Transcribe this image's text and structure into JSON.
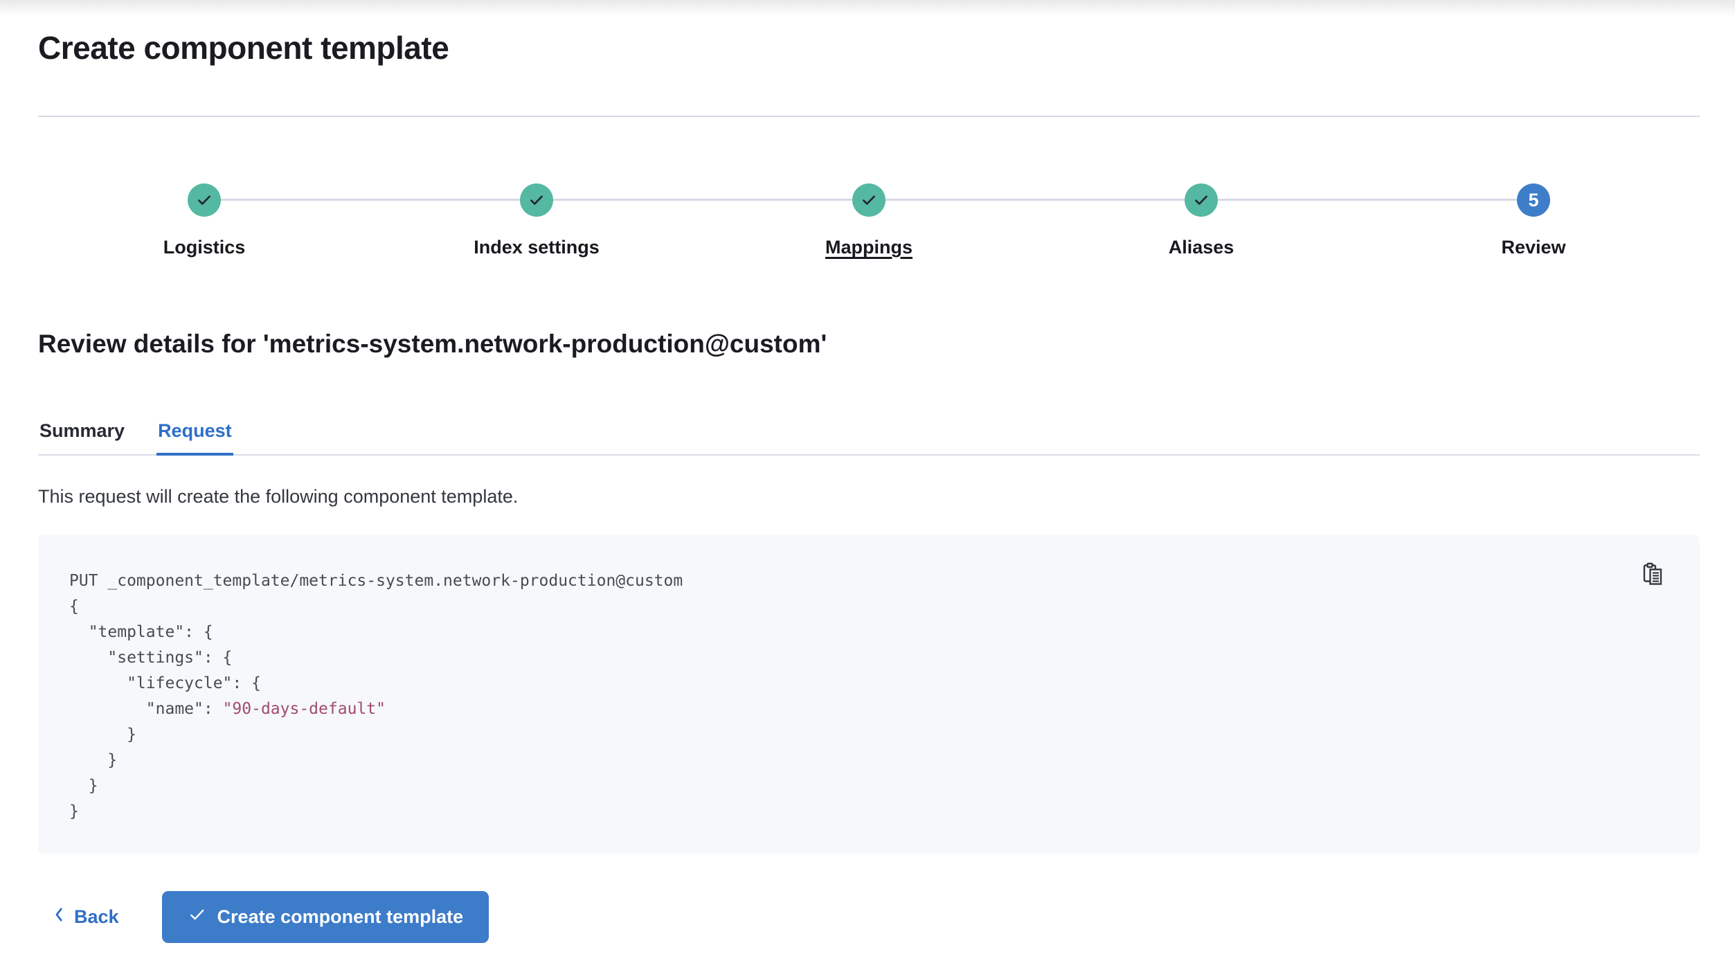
{
  "title": "Create component template",
  "stepper": {
    "steps": [
      {
        "label": "Logistics",
        "status": "complete"
      },
      {
        "label": "Index settings",
        "status": "complete"
      },
      {
        "label": "Mappings",
        "status": "complete"
      },
      {
        "label": "Aliases",
        "status": "complete"
      },
      {
        "label": "Review",
        "status": "current",
        "number": "5"
      }
    ]
  },
  "review": {
    "heading": "Review details for 'metrics-system.network-production@custom'",
    "tabs": [
      {
        "label": "Summary",
        "active": false
      },
      {
        "label": "Request",
        "active": true
      }
    ],
    "description": "This request will create the following component template."
  },
  "code_block": {
    "copy_icon": "copy-clipboard-icon",
    "lines": [
      {
        "text": "PUT _component_template/metrics-system.network-production@custom"
      },
      {
        "text": "{"
      },
      {
        "text": "  \"template\": {"
      },
      {
        "text": "    \"settings\": {"
      },
      {
        "text": "      \"lifecycle\": {"
      },
      {
        "text": "        \"name\": ",
        "value": "\"90-days-default\""
      },
      {
        "text": "      }"
      },
      {
        "text": "    }"
      },
      {
        "text": "  }"
      },
      {
        "text": "}"
      }
    ]
  },
  "footer": {
    "back_label": "Back",
    "create_label": "Create component template"
  },
  "colors": {
    "success_teal": "#54b8a2",
    "primary_blue": "#3d7cc9",
    "link_blue": "#2e6fc7",
    "code_string": "#a34a6d",
    "connector_gray": "#d5dae4"
  }
}
